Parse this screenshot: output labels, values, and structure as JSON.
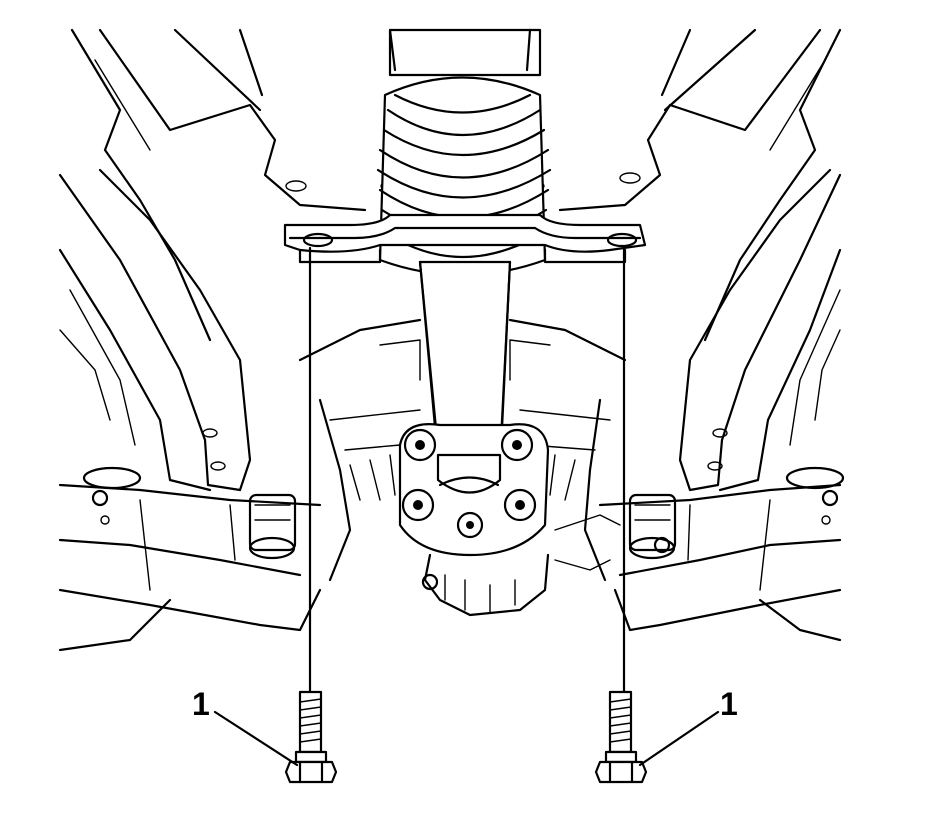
{
  "callouts": [
    {
      "id": "bolt-left",
      "label": "1"
    },
    {
      "id": "bolt-right",
      "label": "1"
    }
  ],
  "colors": {
    "line": "#000000",
    "background": "#ffffff"
  }
}
